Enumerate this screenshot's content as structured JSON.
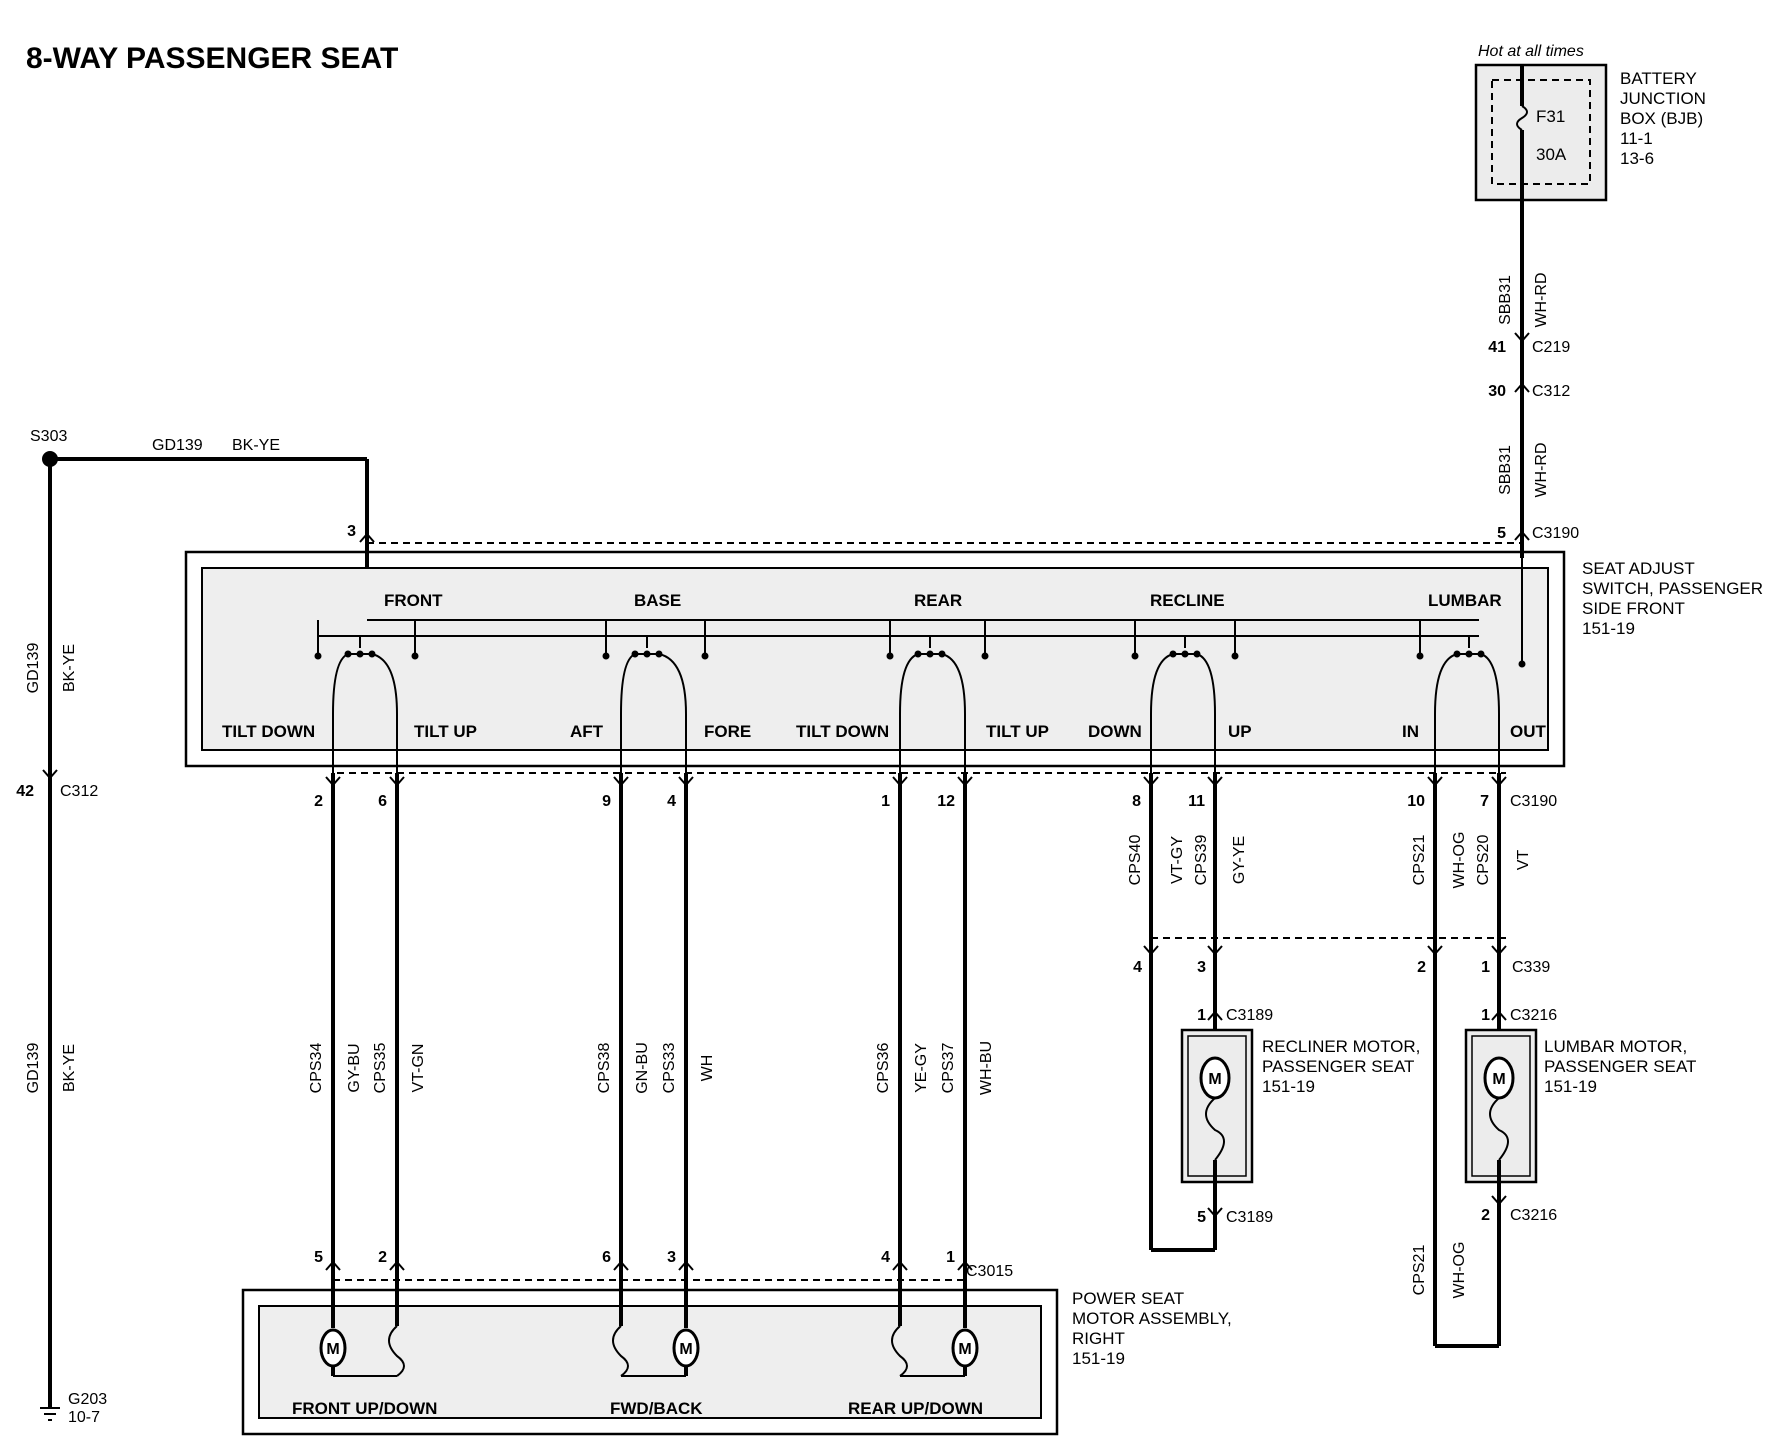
{
  "title": "8-WAY PASSENGER SEAT",
  "battery_box": {
    "hot_label": "Hot at all times",
    "fuse_id": "F31",
    "fuse_rating": "30A",
    "name_lines": [
      "BATTERY",
      "JUNCTION",
      "BOX (BJB)",
      "11-1",
      "13-6"
    ]
  },
  "feed": {
    "circuit_upper": "SBB31",
    "color_upper": "WH-RD",
    "pin_c219": "41",
    "conn_c219": "C219",
    "pin_c312": "30",
    "conn_c312": "C312",
    "circuit_lower": "SBB31",
    "color_lower": "WH-RD",
    "pin_c3190": "5",
    "conn_c3190": "C3190"
  },
  "ground": {
    "splice": "S303",
    "circuit": "GD139",
    "color": "BK-YE",
    "pin_switch": "3",
    "pin_c312": "42",
    "conn_c312": "C312",
    "ground_id": "G203",
    "ground_ref": "10-7"
  },
  "switch": {
    "name_lines": [
      "SEAT ADJUST",
      "SWITCH, PASSENGER",
      "SIDE FRONT",
      "151-19"
    ],
    "sections": [
      "FRONT",
      "BASE",
      "REAR",
      "RECLINE",
      "LUMBAR"
    ],
    "positions": [
      "TILT DOWN",
      "TILT UP",
      "AFT",
      "FORE",
      "TILT DOWN",
      "TILT UP",
      "DOWN",
      "UP",
      "IN",
      "OUT"
    ]
  },
  "switch_outputs": {
    "connector": "C3190",
    "pins": [
      "2",
      "6",
      "9",
      "4",
      "1",
      "12",
      "8",
      "11",
      "10",
      "7"
    ]
  },
  "seat_wires": [
    {
      "circuit": "CPS34",
      "color": "GY-BU",
      "motor_pin": "5"
    },
    {
      "circuit": "CPS35",
      "color": "VT-GN",
      "motor_pin": "2"
    },
    {
      "circuit": "CPS38",
      "color": "GN-BU",
      "motor_pin": "6"
    },
    {
      "circuit": "CPS33",
      "color": "WH",
      "motor_pin": "3"
    },
    {
      "circuit": "CPS36",
      "color": "YE-GY",
      "motor_pin": "4"
    },
    {
      "circuit": "CPS37",
      "color": "WH-BU",
      "motor_pin": "1"
    }
  ],
  "motor_assembly": {
    "connector": "C3015",
    "name_lines": [
      "POWER SEAT",
      "MOTOR ASSEMBLY,",
      "RIGHT",
      "151-19"
    ],
    "sections": [
      "FRONT UP/DOWN",
      "FWD/BACK",
      "REAR UP/DOWN"
    ]
  },
  "recliner": {
    "wires": [
      {
        "circuit": "CPS40",
        "color": "VT-GY"
      },
      {
        "circuit": "CPS39",
        "color": "GY-YE"
      }
    ],
    "c339_pins": [
      "4",
      "3"
    ],
    "conn_pin_in": "1",
    "conn_pin_out": "5",
    "connector": "C3189",
    "name_lines": [
      "RECLINER MOTOR,",
      "PASSENGER SEAT",
      "151-19"
    ]
  },
  "lumbar": {
    "wires": [
      {
        "circuit": "CPS21",
        "color": "WH-OG"
      },
      {
        "circuit": "CPS20",
        "color": "VT"
      }
    ],
    "c339_pins": [
      "2",
      "1"
    ],
    "c339_connector": "C339",
    "conn_pin_in": "1",
    "conn_pin_out": "2",
    "connector": "C3216",
    "name_lines": [
      "LUMBAR MOTOR,",
      "PASSENGER SEAT",
      "151-19"
    ],
    "return_circuit": "CPS21",
    "return_color": "WH-OG"
  }
}
